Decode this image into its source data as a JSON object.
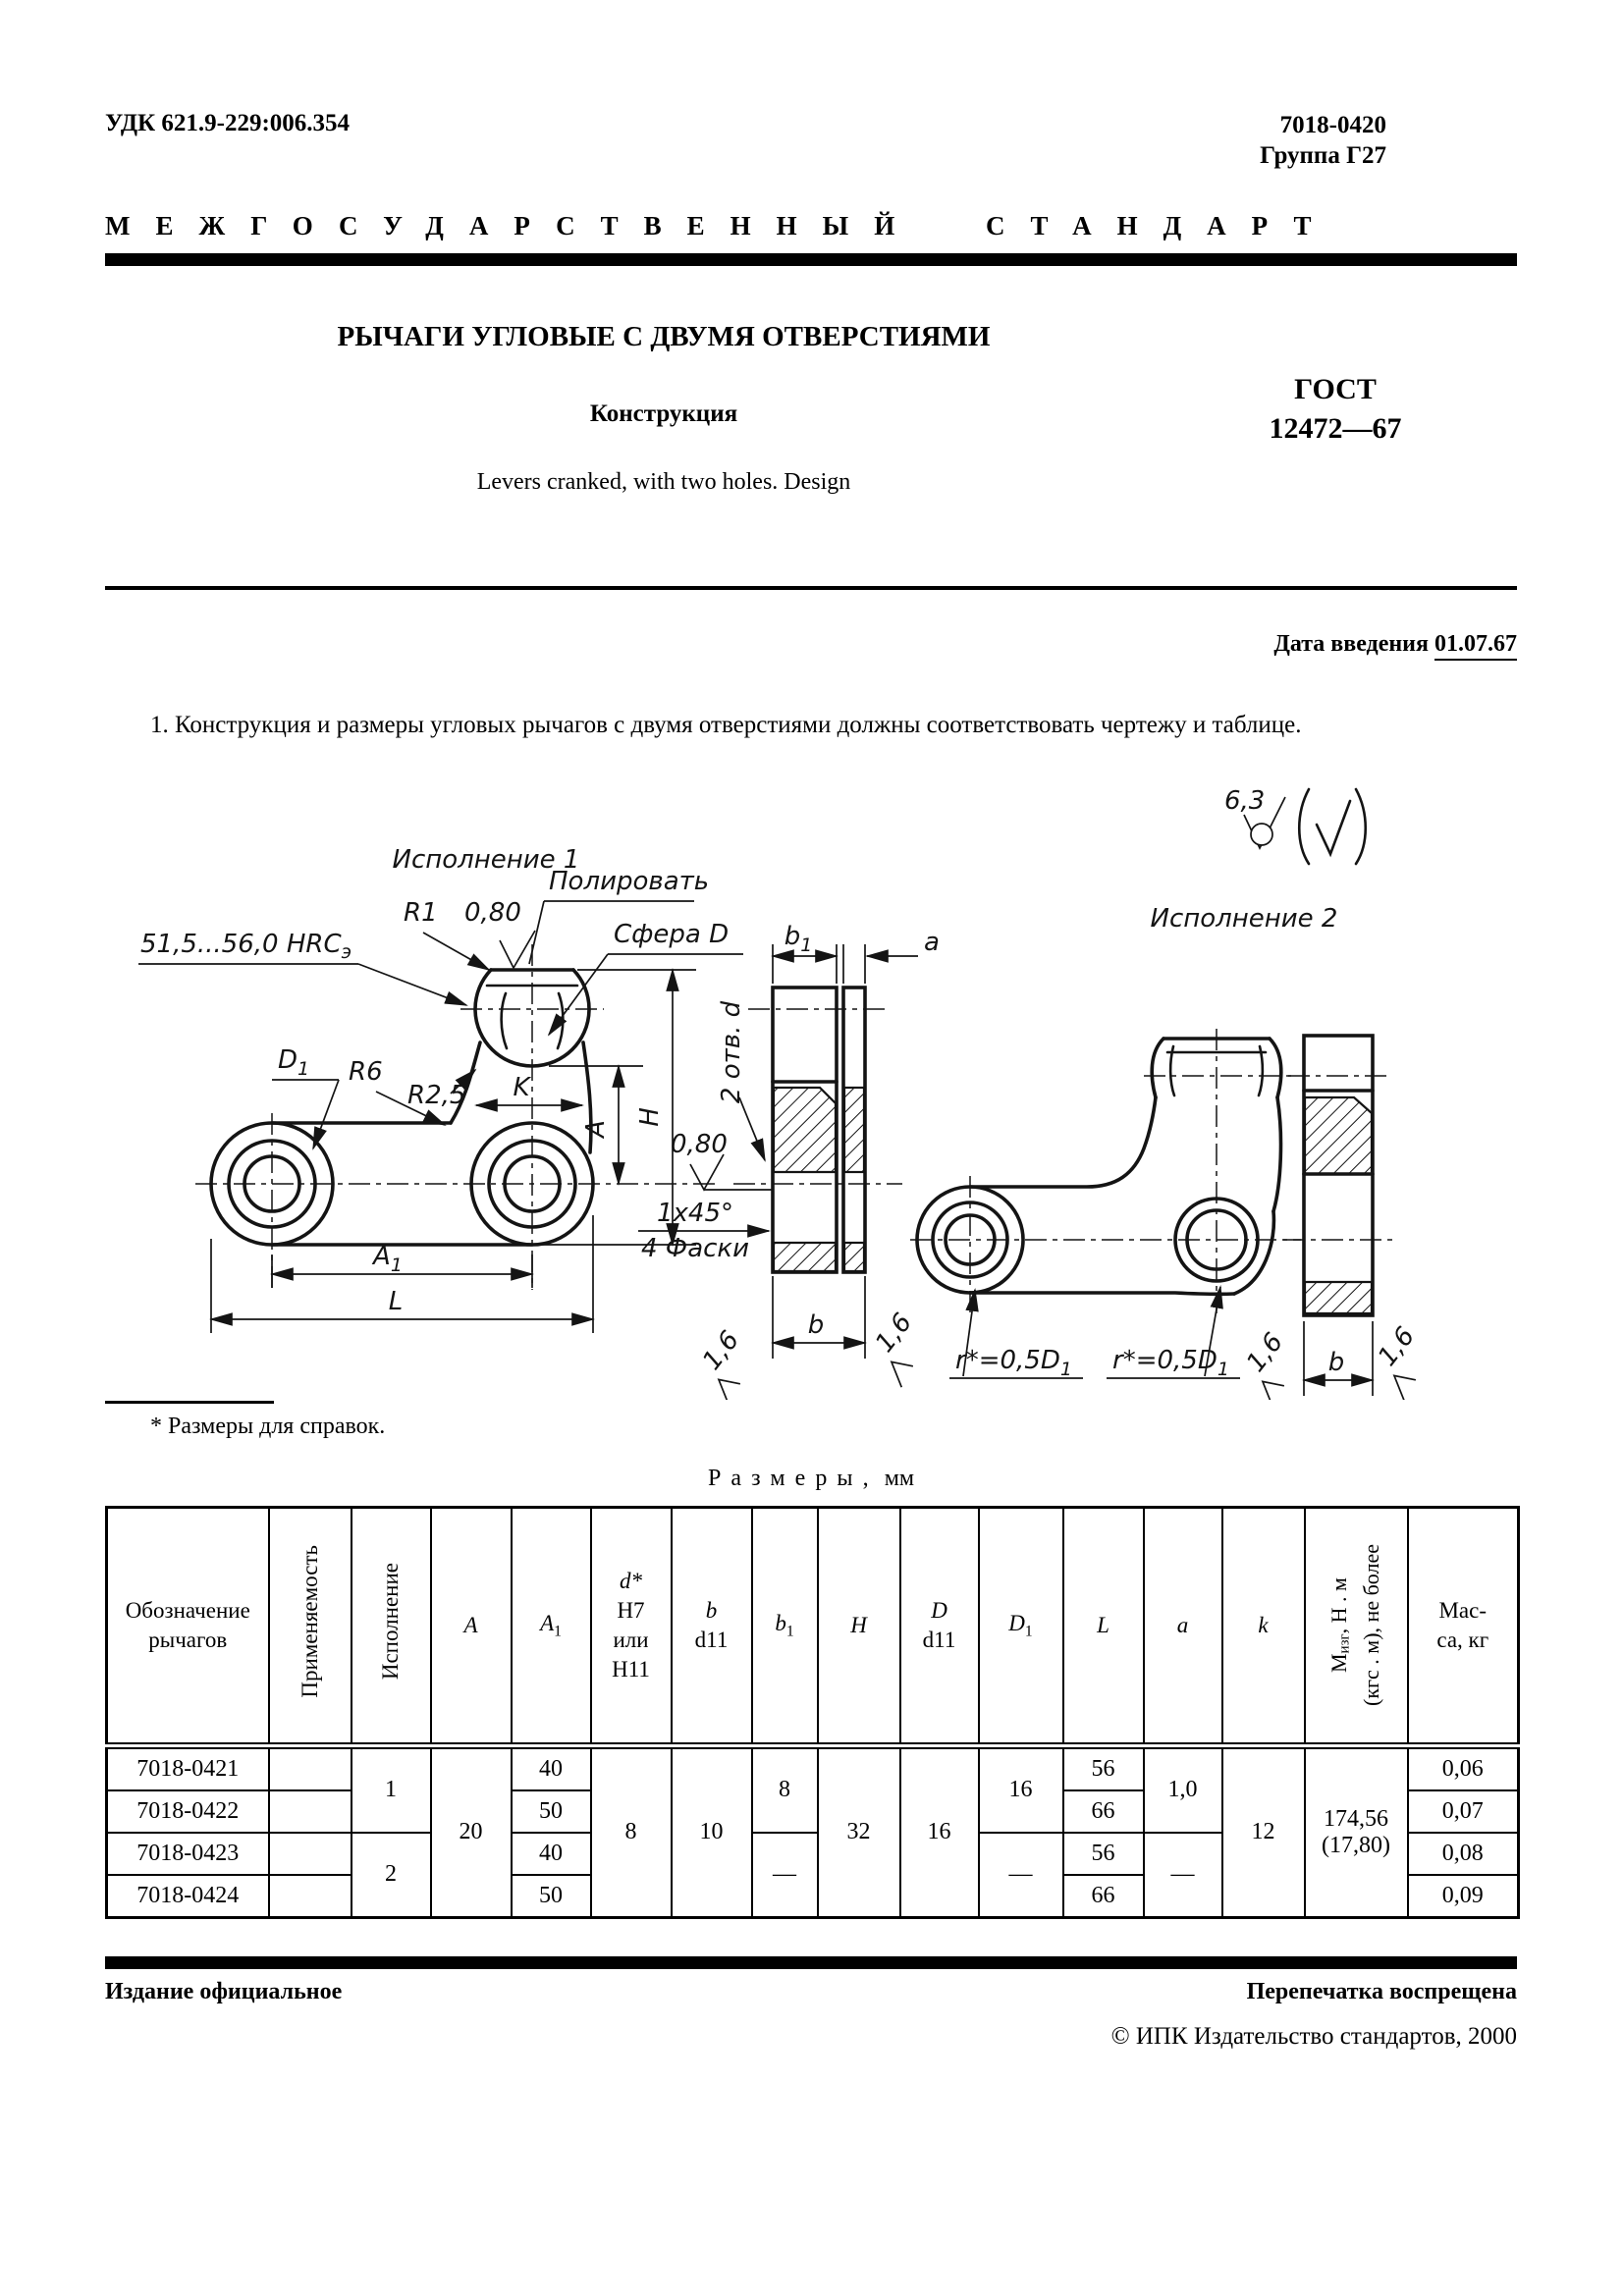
{
  "header": {
    "udc": "УДК 621.9-229:006.354",
    "doc_number": "7018-0420",
    "group": "Группа Г27",
    "standard_type": "МЕЖГОСУДАРСТВЕННЫЙ СТАНДАРТ"
  },
  "title_block": {
    "title": "РЫЧАГИ УГЛОВЫЕ С ДВУМЯ ОТВЕРСТИЯМИ",
    "subtitle": "Конструкция",
    "title_en": "Levers cranked, with two holes. Design",
    "gost_label": "ГОСТ",
    "gost_number": "12472—67"
  },
  "intro": {
    "date_label": "Дата введения",
    "date_value": "01.07.67",
    "paragraph": "1. Конструкция и размеры угловых рычагов с двумя отверстиями должны соответствовать чертежу и таблице."
  },
  "drawing": {
    "roughness_top": "6,3",
    "view1_label": "Исполнение 1",
    "view2_label": "Исполнение 2",
    "hardness": "51,5...56,0 HRC",
    "hardness_sub": "э",
    "r1": "R1",
    "r6": "R6",
    "r25": "R2,5",
    "roughness_080_top": "0,80",
    "polish": "Полировать",
    "sphere": "Сфера D",
    "d1": "D",
    "d1_sub": "1",
    "k": "K",
    "a_dim": "A",
    "h_dim": "H",
    "a1_dim": "A",
    "a1_sub": "1",
    "l_dim": "L",
    "b1_dim": "b",
    "b1_sub": "1",
    "a_small": "a",
    "two_holes": "2 отв. d",
    "roughness_080_side": "0,80",
    "chamfer": "1x45°",
    "chamfer2": "4 Фаски",
    "b_dim": "b",
    "r16": "1,6",
    "r_formula": "r*=0,5D",
    "r_formula_sub": "1"
  },
  "footnote": "* Размеры для справок.",
  "table": {
    "caption": "Размеры,",
    "caption_unit": "мм",
    "headers": {
      "designation": "Обозначение рычагов",
      "applicability": "Применяемость",
      "version": "Исполнение",
      "A": "A",
      "A1_main": "A",
      "A1_sub": "1",
      "d_star": "d*",
      "d_fit1": "H7",
      "d_or": "или",
      "d_fit2": "H11",
      "b": "b",
      "b_fit": "d11",
      "b1_main": "b",
      "b1_sub": "1",
      "H": "H",
      "D": "D",
      "D_fit": "d11",
      "D1_main": "D",
      "D1_sub": "1",
      "L": "L",
      "a": "a",
      "k": "k",
      "m_main": "М",
      "m_sub": "изг",
      "m_rest": ", Н . м",
      "m_line2": "(кгс . м), не более",
      "mass_1": "Мас-",
      "mass_2": "са, кг"
    },
    "merged": {
      "version_12": "1",
      "version_34": "2",
      "A": "20",
      "d": "8",
      "b": "10",
      "b1_12": "8",
      "b1_34": "—",
      "H": "32",
      "D": "16",
      "D1_12": "16",
      "D1_34": "—",
      "a_12": "1,0",
      "a_34": "—",
      "k": "12",
      "m_line1": "174,56",
      "m_line2": "(17,80)"
    },
    "rows": [
      {
        "designation": "7018-0421",
        "A1": "40",
        "L": "56",
        "mass": "0,06"
      },
      {
        "designation": "7018-0422",
        "A1": "50",
        "L": "66",
        "mass": "0,07"
      },
      {
        "designation": "7018-0423",
        "A1": "40",
        "L": "56",
        "mass": "0,08"
      },
      {
        "designation": "7018-0424",
        "A1": "50",
        "L": "66",
        "mass": "0,09"
      }
    ]
  },
  "footer": {
    "edition": "Издание официальное",
    "reprint": "Перепечатка воспрещена",
    "copyright": "© ИПК Издательство стандартов, 2000"
  }
}
